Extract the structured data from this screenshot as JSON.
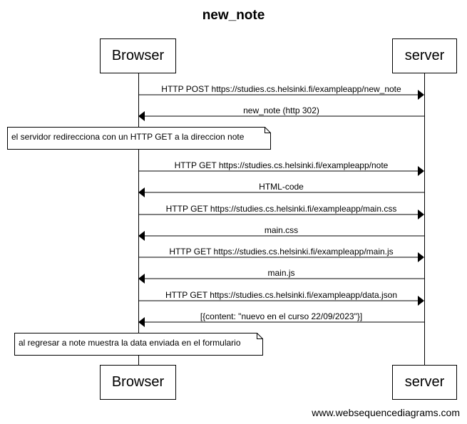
{
  "title": "new_note",
  "participants": {
    "browser": "Browser",
    "server": "server"
  },
  "messages": [
    "HTTP POST https://studies.cs.helsinki.fi/exampleapp/new_note",
    "new_note (http 302)",
    "HTTP GET https://studies.cs.helsinki.fi/exampleapp/note",
    "HTML-code",
    "HTTP GET https://studies.cs.helsinki.fi/exampleapp/main.css",
    "main.css",
    "HTTP GET https://studies.cs.helsinki.fi/exampleapp/main.js",
    "main.js",
    "HTTP GET https://studies.cs.helsinki.fi/exampleapp/data.json",
    "[{content: \"nuevo en el curso 22/09/2023\"}]"
  ],
  "notes": [
    "el servidor redirecciona con un HTTP GET a la direccion note",
    "al regresar a note muestra la data enviada en el formulario"
  ],
  "footer": "www.websequencediagrams.com"
}
